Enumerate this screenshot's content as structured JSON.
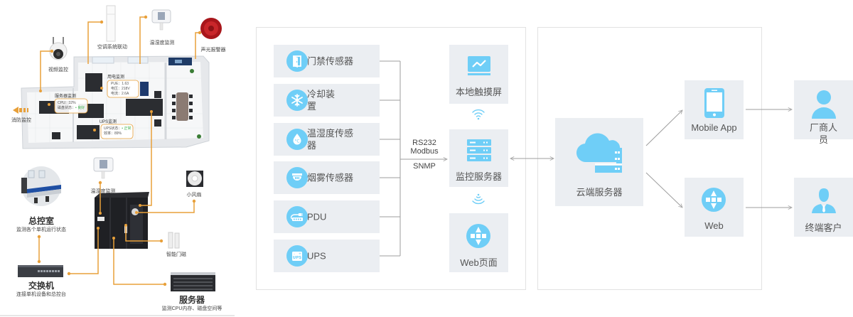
{
  "left_panel": {
    "devices": {
      "camera": "视频监控",
      "air_conditioner": "空调系统联动",
      "temp_humidity_top": "温湿度监测",
      "sound_light_alarm": "声光报警器",
      "fire_monitor": "消防监控",
      "temp_humidity_cabinet": "温湿度监测",
      "small_fan": "小风扇",
      "door_magnet": "智能门磁"
    },
    "callouts": {
      "power": {
        "title": "用电监测",
        "pue": "PUE：1.63",
        "voltage": "电压：218V",
        "current": "电流：2.6A"
      },
      "server": {
        "title": "服务器监测",
        "cpu": "CPU：32%",
        "disk_label": "磁盘状态：",
        "disk_status": "• 良好"
      },
      "ups": {
        "title": "UPS监测",
        "state_label": "UPS状态：",
        "state": "• 正常",
        "efficiency": "效率：89%"
      }
    },
    "control_room": {
      "title": "总控室",
      "subtitle": "监测各个单机运行状态"
    },
    "switch": {
      "title": "交换机",
      "subtitle": "连接单机设备和总控台"
    },
    "server": {
      "title": "服务器",
      "subtitle": "监测CPU内存、磁盘空间等"
    }
  },
  "sensors": [
    {
      "label": "门禁传感器",
      "icon": "door-icon"
    },
    {
      "label": "冷却装置",
      "icon": "snowflake-icon"
    },
    {
      "label": "温湿度传感器",
      "icon": "temperature-drop-icon"
    },
    {
      "label": "烟雾传感器",
      "icon": "smoke-detector-icon"
    },
    {
      "label": "PDU",
      "icon": "power-strip-icon"
    },
    {
      "label": "UPS",
      "icon": "ups-icon"
    }
  ],
  "protocols": [
    "RS232",
    "Modbus",
    "SNMP"
  ],
  "local": {
    "touchscreen": "本地触摸屏",
    "monitor_server": "监控服务器",
    "web_page": "Web页面"
  },
  "cloud": {
    "label": "云端服务器"
  },
  "clients": [
    {
      "label": "Mobile App",
      "icon": "mobile-phone-icon"
    },
    {
      "label": "Web",
      "icon": "globe-icon"
    }
  ],
  "users": [
    {
      "label": "厂商人员",
      "icon": "person-icon"
    },
    {
      "label": "终端客户",
      "icon": "businessman-icon"
    }
  ],
  "colors": {
    "icon_blue": "#6fcef7",
    "card_bg": "#ebeef2",
    "connector_orange": "#e8a03a",
    "status_green": "#3cb34a"
  }
}
